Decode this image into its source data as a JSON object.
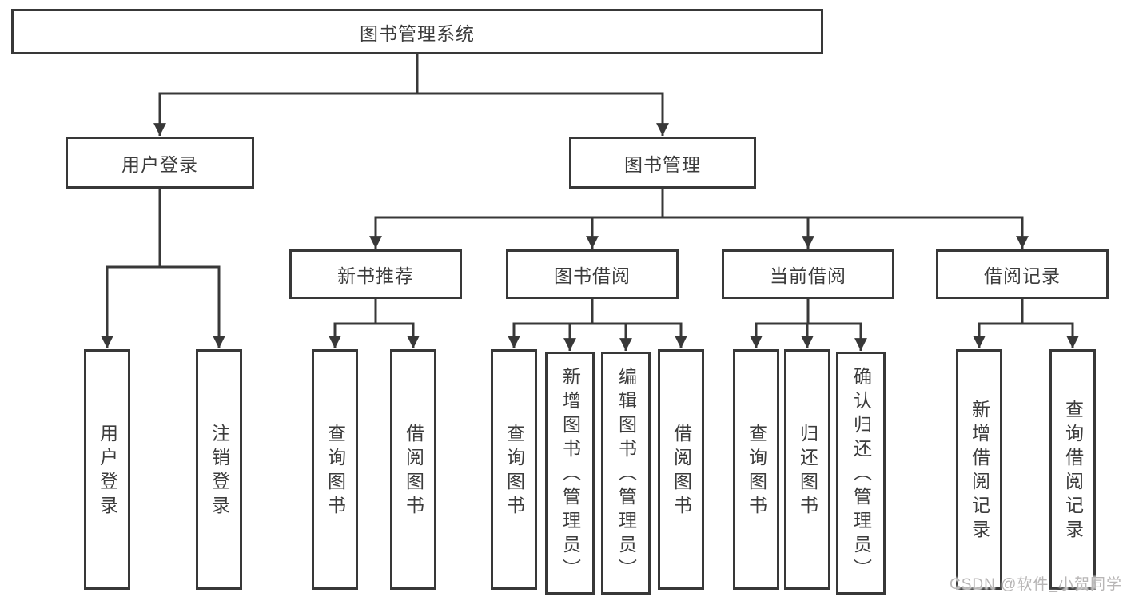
{
  "diagram_title": "图书管理系统",
  "watermark": "CSDN @软件_小贺同学",
  "colors": {
    "line": "#383838",
    "text": "#3c3c3c",
    "watermark": "#b8b6b6",
    "background": "#ffffff"
  },
  "tree": {
    "root": "图书管理系统",
    "branches": [
      {
        "label": "用户登录",
        "children": [
          {
            "label": "用户登录"
          },
          {
            "label": "注销登录"
          }
        ]
      },
      {
        "label": "图书管理",
        "groups": [
          {
            "label": "新书推荐",
            "children": [
              {
                "label": "查询图书"
              },
              {
                "label": "借阅图书"
              }
            ]
          },
          {
            "label": "图书借阅",
            "children": [
              {
                "label": "查询图书"
              },
              {
                "label": "新增图书（管理员）"
              },
              {
                "label": "编辑图书（管理员）"
              },
              {
                "label": "借阅图书"
              }
            ]
          },
          {
            "label": "当前借阅",
            "children": [
              {
                "label": "查询图书"
              },
              {
                "label": "归还图书"
              },
              {
                "label": "确认归还（管理员）"
              }
            ]
          },
          {
            "label": "借阅记录",
            "children": [
              {
                "label": "新增借阅记录"
              },
              {
                "label": "查询借阅记录"
              }
            ]
          }
        ]
      }
    ]
  }
}
